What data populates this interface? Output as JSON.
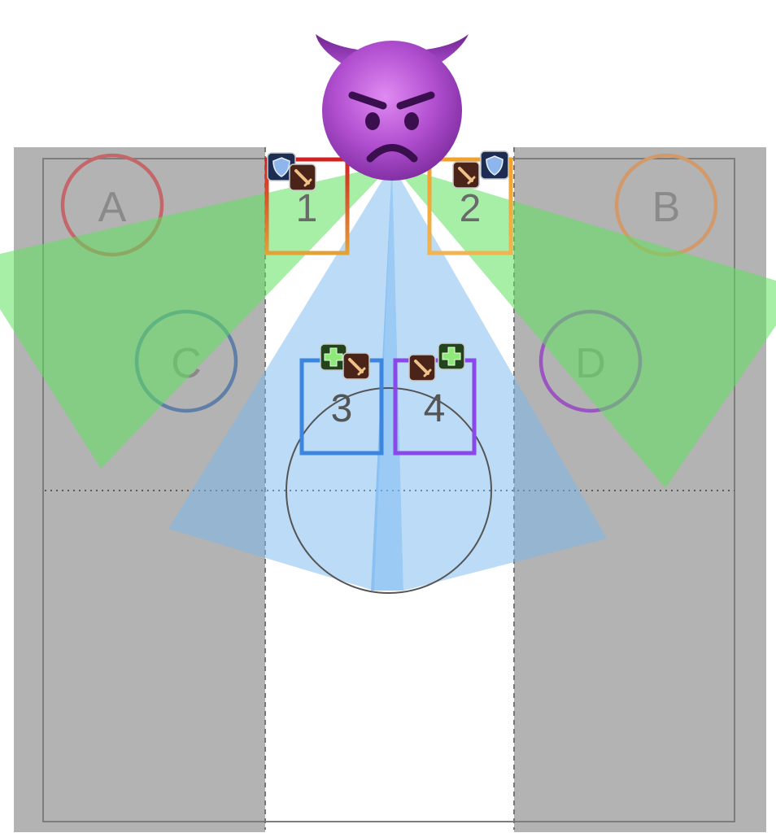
{
  "waymarks": [
    {
      "label": "A",
      "color": "#c4676a"
    },
    {
      "label": "B",
      "color": "#d29a6a"
    },
    {
      "label": "C",
      "color": "#5f7fa8"
    },
    {
      "label": "D",
      "color": "#9a55c0"
    }
  ],
  "players": [
    {
      "number": "1",
      "role": "tank",
      "color_from": "#d32020",
      "color_to": "#e2a238",
      "badges": [
        "shield-icon",
        "sword-icon"
      ]
    },
    {
      "number": "2",
      "role": "tank",
      "color_from": "#f2a12b",
      "color_to": "#f0b450",
      "badges": [
        "sword-icon",
        "shield-icon"
      ]
    },
    {
      "number": "3",
      "role": "healer",
      "color_from": "#3c86e0",
      "color_to": "#3c86e0",
      "badges": [
        "healer-cross-icon",
        "sword-icon"
      ]
    },
    {
      "number": "4",
      "role": "healer",
      "color_from": "#8a47ea",
      "color_to": "#8a47ea",
      "badges": [
        "sword-icon",
        "healer-cross-icon"
      ]
    }
  ],
  "boss": {
    "icon": "devil-emoji-icon"
  },
  "colors": {
    "side_zone": "#b3b3b3",
    "safe_lane": "#ffffff",
    "tank_cone": "#7fe27f",
    "aoe_cone": "#8ec4f4"
  }
}
